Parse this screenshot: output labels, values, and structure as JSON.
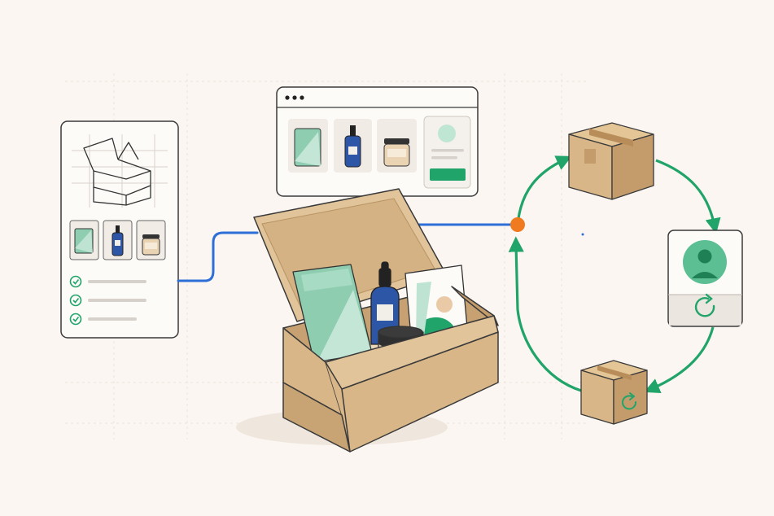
{
  "colors": {
    "background": "#fbf6f1",
    "panel_fill": "#fdfbf8",
    "panel_stroke": "#3a3a3a",
    "cardboard": "#d8b687",
    "cardboard_dark": "#c19a68",
    "cardboard_inner": "#e6cda6",
    "connector_blue": "#2d6fd6",
    "cycle_green": "#21a46a",
    "node_orange": "#f07a1f",
    "pouch_green": "#8ecdb0",
    "bottle_blue": "#2d57a6",
    "jar_cream": "#e9d3b3",
    "avatar_green": "#5cbf93"
  },
  "spec_card": {
    "illustration": "open-box-sketch",
    "products": [
      "pouch",
      "dropper-bottle",
      "jar"
    ],
    "checklist_icons": [
      "check-circle-icon",
      "check-circle-icon",
      "check-circle-icon"
    ]
  },
  "storefront_window": {
    "window_controls": [
      "dot",
      "dot",
      "dot"
    ],
    "products": [
      "pouch",
      "dropper-bottle",
      "jar"
    ],
    "profile_card": "avatar-with-button"
  },
  "subscription_cycle": {
    "nodes": [
      "shipping-box",
      "customer-profile-card",
      "recurring-shipment-box"
    ],
    "icons": [
      "user-avatar-icon",
      "refresh-icon",
      "refresh-icon"
    ]
  }
}
